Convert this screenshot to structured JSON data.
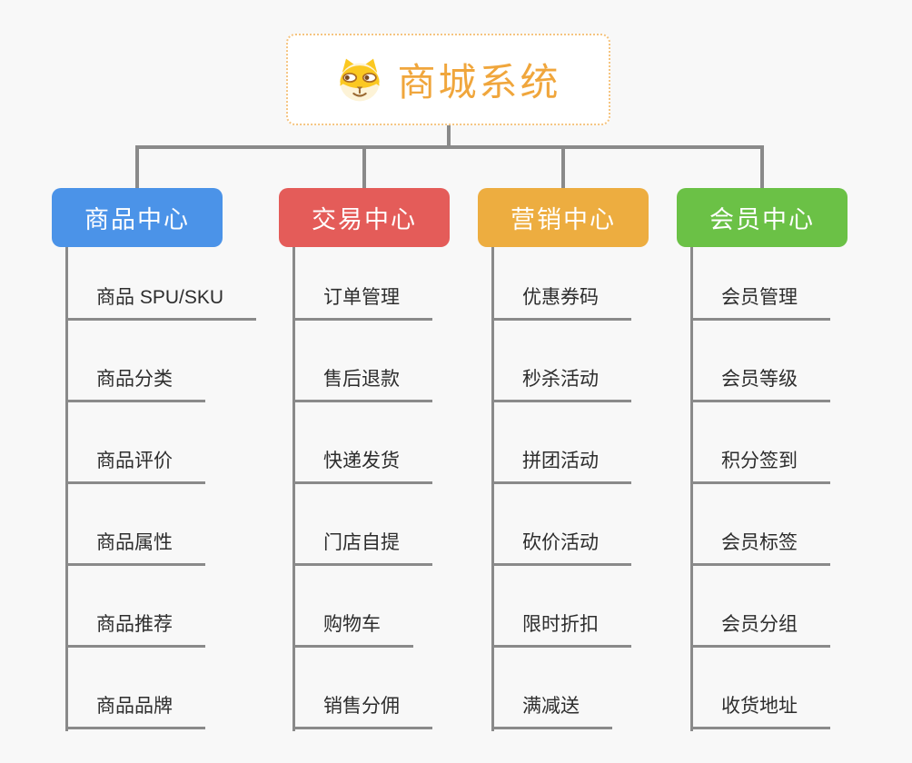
{
  "root": {
    "label": "商城系统",
    "icon": "dog-face-icon"
  },
  "branches": [
    {
      "label": "商品中心",
      "color": "#4B93E8",
      "children": [
        "商品 SPU/SKU",
        "商品分类",
        "商品评价",
        "商品属性",
        "商品推荐",
        "商品品牌"
      ]
    },
    {
      "label": "交易中心",
      "color": "#E45C59",
      "children": [
        "订单管理",
        "售后退款",
        "快递发货",
        "门店自提",
        "购物车",
        "销售分佣"
      ]
    },
    {
      "label": "营销中心",
      "color": "#EDAD40",
      "children": [
        "优惠券码",
        "秒杀活动",
        "拼团活动",
        "砍价活动",
        "限时折扣",
        "满减送"
      ]
    },
    {
      "label": "会员中心",
      "color": "#6BC146",
      "children": [
        "会员管理",
        "会员等级",
        "积分签到",
        "会员标签",
        "会员分组",
        "收货地址"
      ]
    }
  ],
  "colors": {
    "background": "#F8F8F8",
    "connector_line": "#8A8A8A",
    "leaf_underline": "#8A8A8A",
    "leaf_text": "#2D2D2D",
    "root_accent": "#F0A63C",
    "root_border": "#F5C480"
  }
}
